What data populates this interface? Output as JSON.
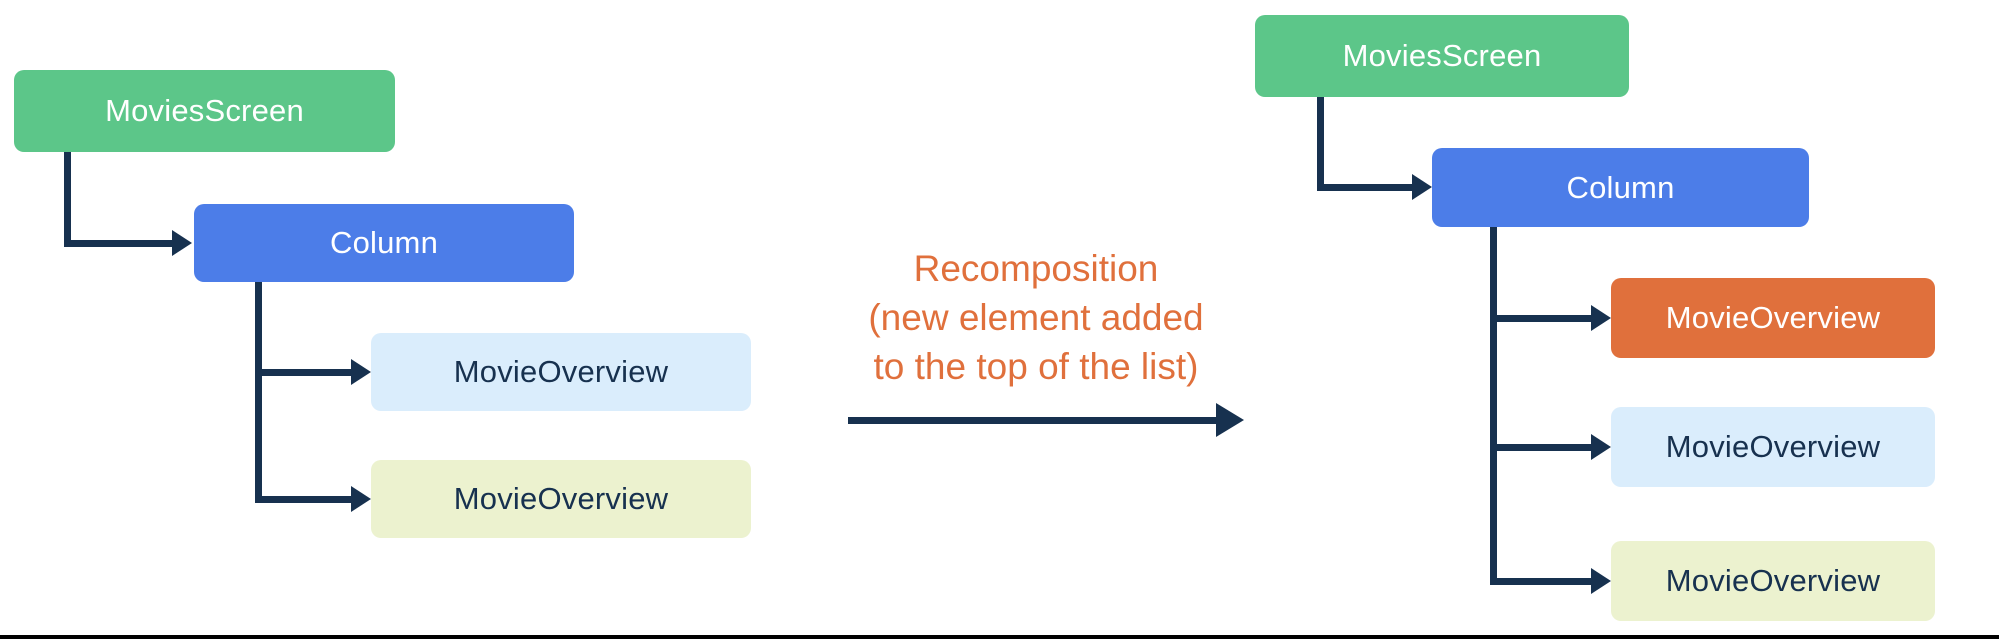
{
  "colors": {
    "green": "#5CC689",
    "blue": "#4C7DE8",
    "light-blue": "#DAEDFC",
    "light-yellow": "#ECF2CF",
    "orange": "#E0703C",
    "connector": "#17314F",
    "annotation": "#E0703C",
    "text-dark": "#17314F",
    "text-light": "#FFFFFF"
  },
  "left_tree": {
    "root_label": "MoviesScreen",
    "column_label": "Column",
    "children": [
      {
        "label": "MovieOverview"
      },
      {
        "label": "MovieOverview"
      }
    ]
  },
  "annotation": {
    "line1": "Recomposition",
    "line2": "(new element added",
    "line3": "to the top of the list)"
  },
  "right_tree": {
    "root_label": "MoviesScreen",
    "column_label": "Column",
    "children": [
      {
        "label": "MovieOverview"
      },
      {
        "label": "MovieOverview"
      },
      {
        "label": "MovieOverview"
      }
    ]
  }
}
